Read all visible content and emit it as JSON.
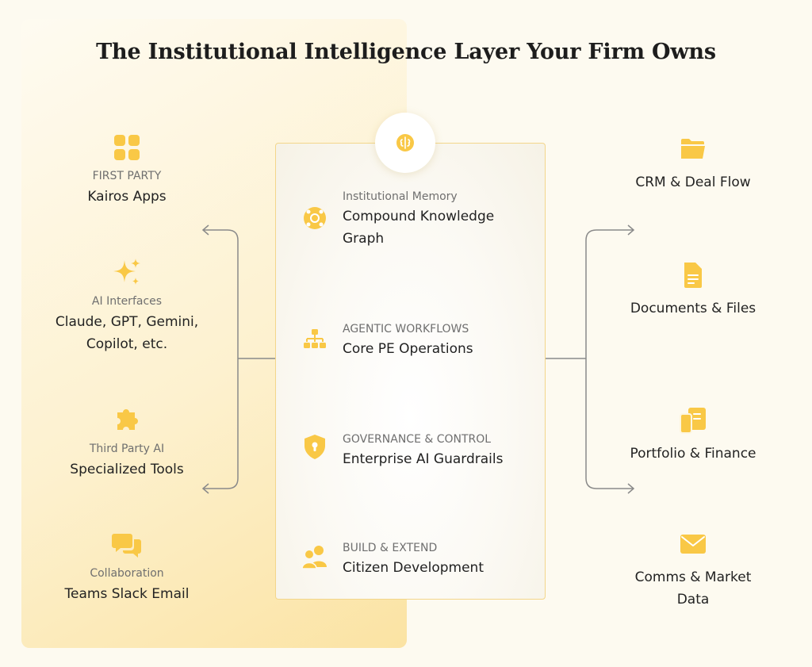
{
  "title": "The Institutional Intelligence Layer Your Firm Owns",
  "accent_color": "#f9c846",
  "left": [
    {
      "caption": "FIRST PARTY",
      "label": "Kairos Apps",
      "icon": "apps-grid-icon"
    },
    {
      "caption": "AI Interfaces",
      "label": "Claude, GPT, Gemini, Copilot, etc.",
      "icon": "sparkles-icon"
    },
    {
      "caption": "Third Party AI",
      "label": "Specialized Tools",
      "icon": "puzzle-icon"
    },
    {
      "caption": "Collaboration",
      "label": "Teams Slack Email",
      "icon": "chat-bubbles-icon"
    }
  ],
  "center": [
    {
      "caption": "Institutional Memory",
      "label": "Compound Knowledge Graph",
      "icon": "knowledge-graph-icon"
    },
    {
      "caption": "AGENTIC WORKFLOWS",
      "label": "Core PE Operations",
      "icon": "workflow-hierarchy-icon"
    },
    {
      "caption": "GOVERNANCE & CONTROL",
      "label": "Enterprise AI Guardrails",
      "icon": "shield-lock-icon"
    },
    {
      "caption": "BUILD & EXTEND",
      "label": "Citizen Development",
      "icon": "users-icon"
    }
  ],
  "right": [
    {
      "label": "CRM & Deal Flow",
      "icon": "folder-icon"
    },
    {
      "label": "Documents & Files",
      "icon": "document-icon"
    },
    {
      "label": "Portfolio & Finance",
      "icon": "portfolio-icon"
    },
    {
      "label": "Comms & Market Data",
      "icon": "envelope-icon"
    }
  ]
}
